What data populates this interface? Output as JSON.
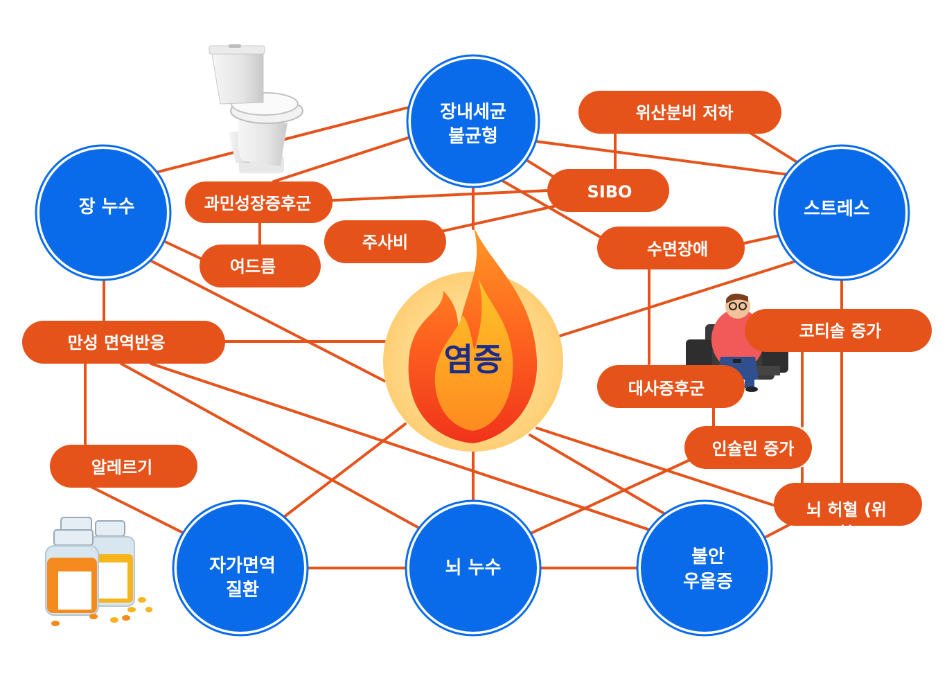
{
  "colors": {
    "node_blue": "#0a6bea",
    "node_ring": "#0a6bea",
    "pill_orange": "#e5531b",
    "edge_orange": "#e5531b",
    "center_text": "#1a2c88"
  },
  "center": {
    "label": "염증",
    "icon": "flame-icon"
  },
  "nodes": {
    "gut_microbiome": {
      "line1": "장내세균",
      "line2": "불균형"
    },
    "leaky_gut": {
      "line1": "장 누수"
    },
    "stress": {
      "line1": "스트레스"
    },
    "autoimmune": {
      "line1": "자가면역",
      "line2": "질환"
    },
    "leaky_brain": {
      "line1": "뇌 누수"
    },
    "anxiety_depression": {
      "line1": "불안",
      "line2": "우울증"
    }
  },
  "pills": {
    "low_stomach_acid": "위산분비 저하",
    "sibo": "SIBO",
    "ibs": "과민성장증후군",
    "rosacea": "주사비",
    "sleep_disorder": "수면장애",
    "acne": "여드름",
    "chronic_immune": "만성 면역반응",
    "cortisol_increase": "코티솔 증가",
    "metabolic_syndrome": "대사증후군",
    "insulin_increase": "인슐린 증가",
    "allergy": "알레르기",
    "brain_ischemia": "뇌 허혈 (위",
    "brain_ischemia_cut": "험"
  },
  "illustrations": [
    "toilet-illustration",
    "pill-bottles-illustration",
    "man-on-couch-illustration"
  ]
}
